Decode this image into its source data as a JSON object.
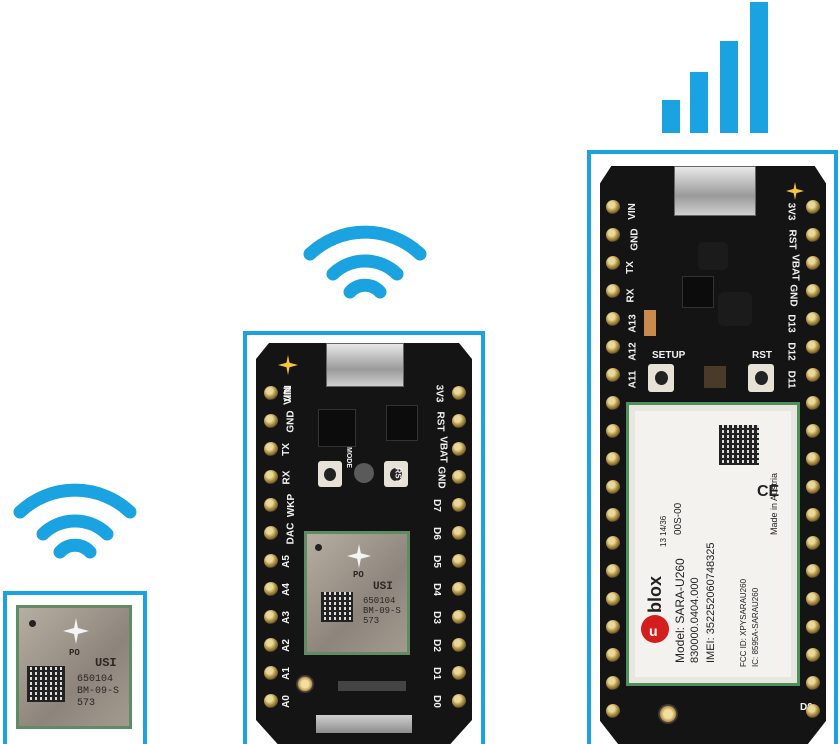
{
  "colors": {
    "accent": "#1aa3e0",
    "board": "#141414",
    "module": "#a39a8f"
  },
  "small_module": {
    "brand": "PO",
    "logo_text": "USI",
    "lines": [
      "650104",
      "BM-09-S",
      "573"
    ]
  },
  "photon": {
    "module_brand": "PO",
    "module_logo": "USI",
    "module_lines": [
      "650104",
      "BM-09-S",
      "573"
    ],
    "left_pins": [
      "VIN",
      "GND",
      "TX",
      "RX",
      "WKP",
      "DAC",
      "A5",
      "A4",
      "A3",
      "A2",
      "A1",
      "A0"
    ],
    "right_pins": [
      "3V3",
      "RST",
      "VBAT",
      "GND",
      "D7",
      "D6",
      "D5",
      "D4",
      "D3",
      "D2",
      "D1",
      "D0"
    ],
    "buttons": [
      "MODE",
      "RST"
    ]
  },
  "electron": {
    "left_pins": [
      "VIN",
      "GND",
      "TX",
      "RX",
      "A13",
      "A12",
      "A11"
    ],
    "right_pins": [
      "3V3",
      "RST",
      "VBAT",
      "GND",
      "D13",
      "D12",
      "D11"
    ],
    "buttons": [
      "SETUP",
      "RST"
    ],
    "module": {
      "logo": "blox",
      "logo_prefix": "u",
      "model": "Model:  SARA-U260",
      "part": "830000.0404.000",
      "imei": "IMEI:  352252060748325",
      "date": "13   14/36",
      "code": "00S-00",
      "fcc": "FCC ID: XPYSARAU260",
      "ic": "IC: 8595A-SARAU260",
      "origin": "Made in Austria",
      "ce": "CE"
    },
    "bottom_pin": "D0"
  }
}
